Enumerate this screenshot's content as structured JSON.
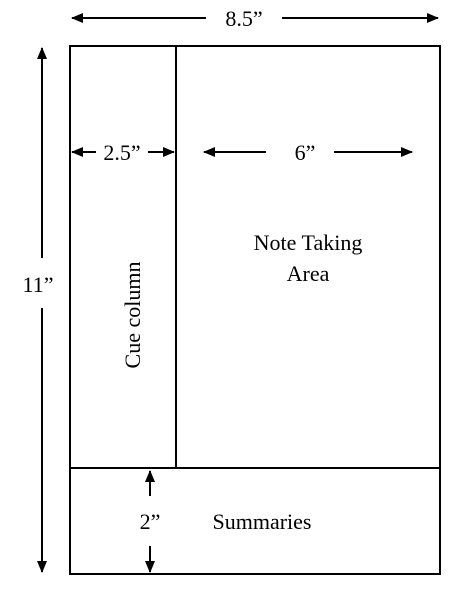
{
  "diagram": {
    "page_width_label": "8.5”",
    "page_height_label": "11”",
    "cue_width_label": "2.5”",
    "note_width_label": "6”",
    "summary_height_label": "2”",
    "cue_section_label": "Cue column",
    "note_section_label_line1": "Note Taking",
    "note_section_label_line2": "Area",
    "summary_section_label": "Summaries"
  }
}
